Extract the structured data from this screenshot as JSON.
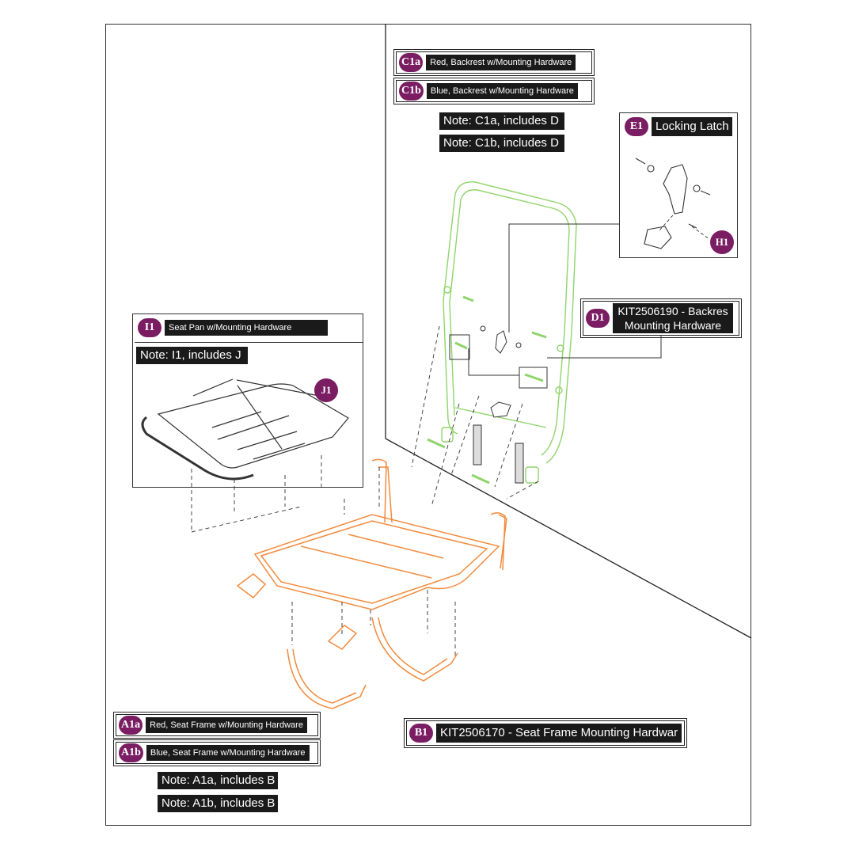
{
  "labels": {
    "c1a": {
      "code": "C1a",
      "text": "Red, Backrest w/Mounting Hardware"
    },
    "c1b": {
      "code": "C1b",
      "text": "Blue, Backrest w/Mounting Hardware"
    },
    "note_c1a": "Note: C1a, includes D",
    "note_c1b": "Note: C1b, includes D",
    "e1": {
      "code": "E1",
      "text": "Locking Latch"
    },
    "h1": {
      "code": "H1"
    },
    "d1": {
      "code": "D1",
      "line1": "KIT2506190 - Backres",
      "line2": "Mounting Hardware"
    },
    "i1": {
      "code": "I1",
      "text": "Seat Pan w/Mounting Hardware"
    },
    "note_i1": "Note: I1, includes J",
    "j1": {
      "code": "J1"
    },
    "a1a": {
      "code": "A1a",
      "text": "Red, Seat Frame w/Mounting Hardware"
    },
    "a1b": {
      "code": "A1b",
      "text": "Blue, Seat Frame w/Mounting Hardware"
    },
    "note_a1a": "Note: A1a, includes B",
    "note_a1b": "Note: A1b, includes B",
    "b1": {
      "code": "B1",
      "text": "KIT2506170 - Seat Frame Mounting Hardwar"
    }
  },
  "colors": {
    "badge": "#7a1d63",
    "backrest_line": "#8fd46a",
    "seat_frame_line": "#f28a3c",
    "label_bg": "#1a1a1a"
  }
}
